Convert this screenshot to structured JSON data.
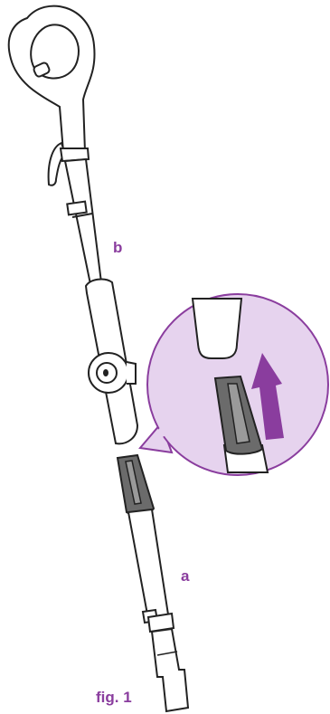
{
  "labels": {
    "part_a": "a",
    "part_b": "b"
  },
  "caption": "fig. 1",
  "colors": {
    "accent": "#8a3d9e",
    "zoom_fill": "#e6d3ee",
    "outline": "#222222",
    "connector": "#6b6b6b",
    "body": "#ffffff"
  },
  "icons": {
    "direction_arrow": "arrow-up-icon",
    "handle_grip": "handle-icon",
    "release_button": "release-button-icon"
  }
}
